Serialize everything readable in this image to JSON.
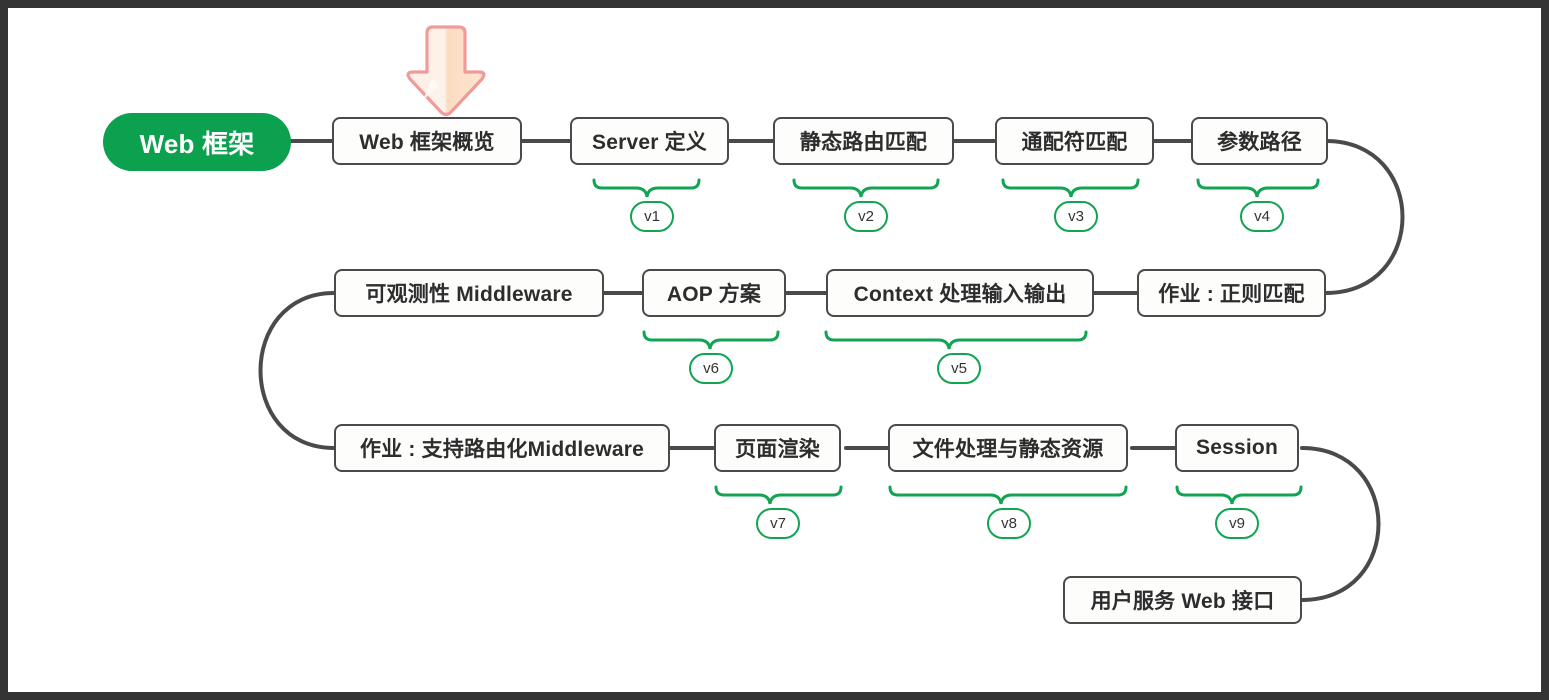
{
  "diagram": {
    "title": "Web 框架",
    "type": "mindmap-flow",
    "accent_green": "#0ba14f",
    "brace_green": "#12a452",
    "node_border": "#4a4a4a",
    "node_fill": "#fdfdfc",
    "frame_color": "#343434",
    "arrow_outline": "#f09a9a",
    "arrow_fill": "#fde3cf"
  },
  "root": {
    "label": "Web 框架"
  },
  "annotation": {
    "icon": "down-arrow-icon",
    "points_at": "Web 框架概览"
  },
  "rows": [
    {
      "id": "row-1",
      "nodes": [
        {
          "label": "Web 框架概览",
          "version": null
        },
        {
          "label": "Server 定义",
          "version": "v1"
        },
        {
          "label": "静态路由匹配",
          "version": "v2"
        },
        {
          "label": "通配符匹配",
          "version": "v3"
        },
        {
          "label": "参数路径",
          "version": "v4"
        }
      ]
    },
    {
      "id": "row-2",
      "nodes": [
        {
          "label": "可观测性 Middleware",
          "version": null
        },
        {
          "label": "AOP 方案",
          "version": "v6"
        },
        {
          "label": "Context 处理输入输出",
          "version": "v5"
        },
        {
          "label": "作业 : 正则匹配",
          "version": null
        }
      ]
    },
    {
      "id": "row-3",
      "nodes": [
        {
          "label": "作业 : 支持路由化Middleware",
          "version": null
        },
        {
          "label": "页面渲染",
          "version": "v7"
        },
        {
          "label": "文件处理与静态资源",
          "version": "v8"
        },
        {
          "label": "Session",
          "version": "v9"
        }
      ]
    },
    {
      "id": "row-4",
      "nodes": [
        {
          "label": "用户服务 Web 接口",
          "version": null
        }
      ]
    }
  ]
}
